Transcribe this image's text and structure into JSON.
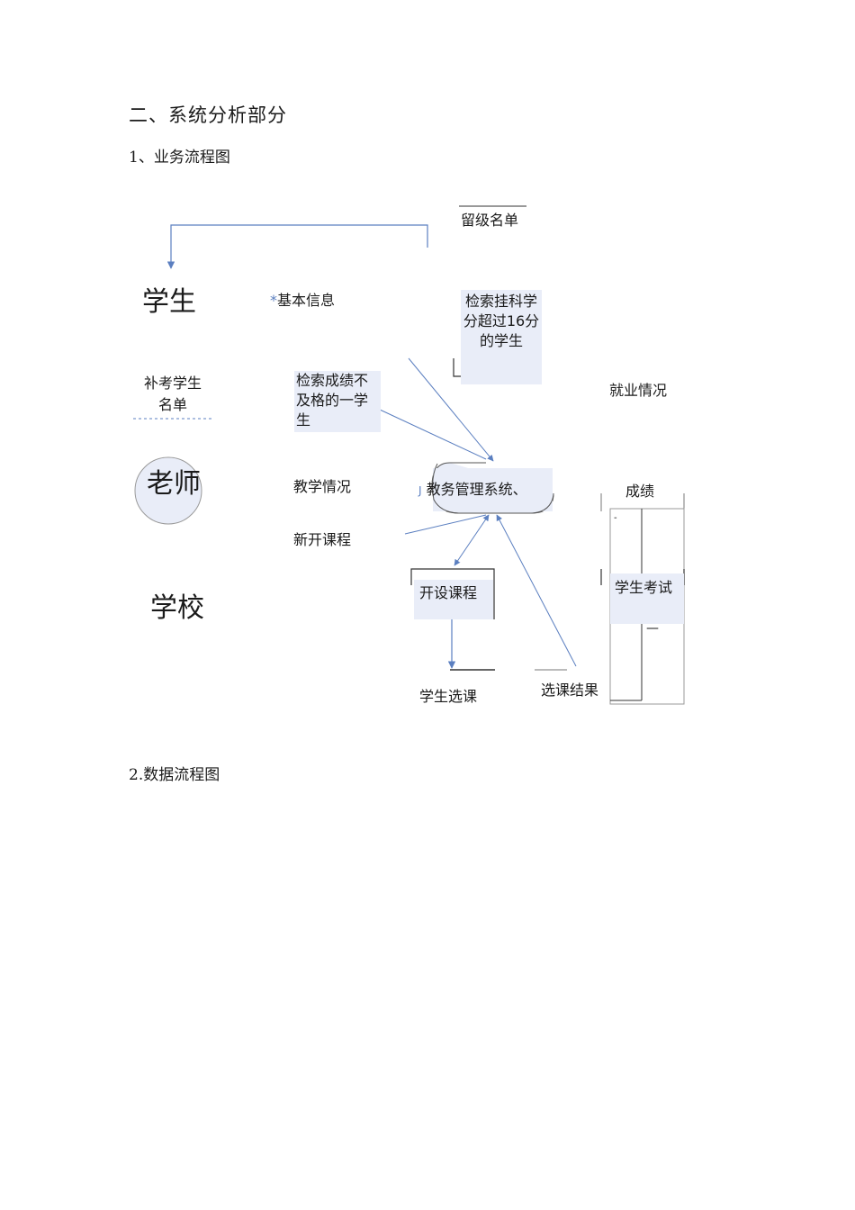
{
  "section_title": "二、系统分析部分",
  "subsection_1": "1、业务流程图",
  "subsection_2": "2.数据流程图",
  "diagram": {
    "entities": {
      "student": "学生",
      "teacher": "老师",
      "school": "学校"
    },
    "labels": {
      "retained_list": "留级名单",
      "basic_info_mark": "*",
      "basic_info": "基本信息",
      "makeup_list_line1": "补考学生",
      "makeup_list_line2": "名单",
      "employment": "就业情况",
      "teaching": "教学情况",
      "new_courses": "新开课程",
      "student_selection": "学生选课",
      "selection_result": "选课结果",
      "grades": "成绩",
      "dash": "-",
      "minus": "—"
    },
    "processes": {
      "search_failed_16": "检索挂科学分超过16分的学生",
      "search_failed": "检索成绩不及格的一学生",
      "system_prefix": "J",
      "system": "教务管理系统、",
      "open_courses": "开设课程",
      "student_exam": "学生考试"
    },
    "colors": {
      "line": "#5b7fc0",
      "box_fill": "#e9edf8",
      "frame": "#333333"
    }
  }
}
